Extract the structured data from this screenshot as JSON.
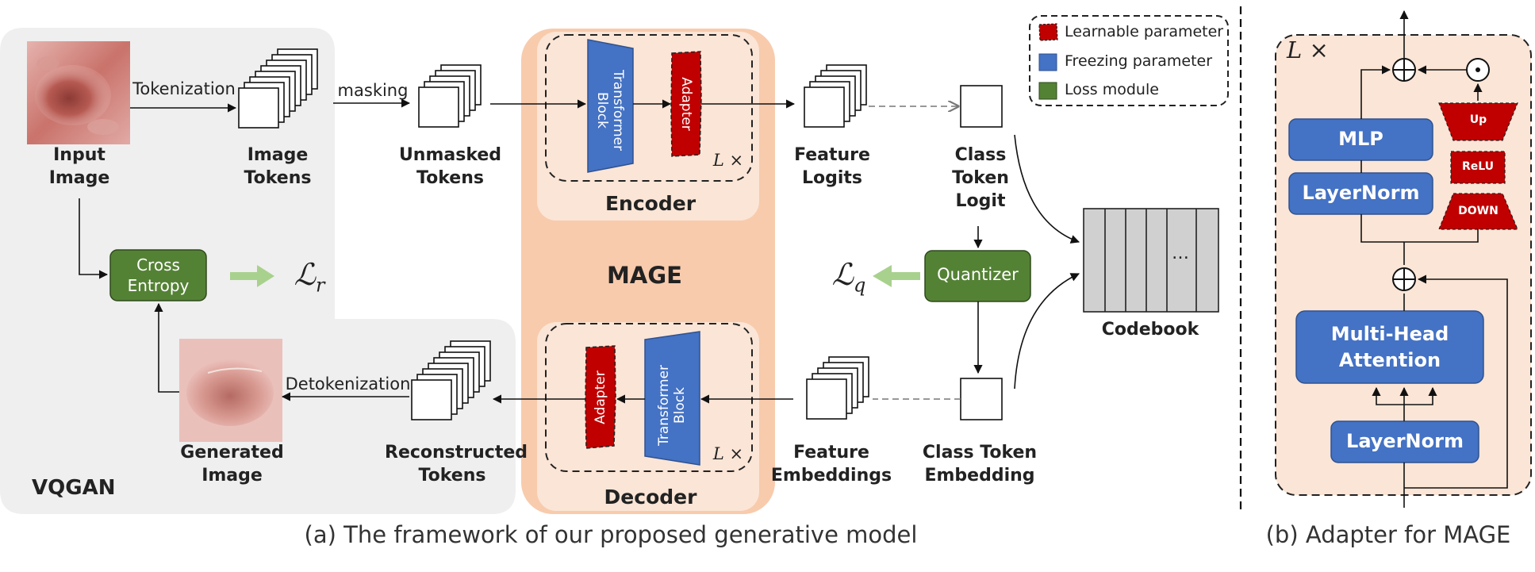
{
  "panel_a": {
    "caption": "(a) The framework of our proposed generative model",
    "vqgan_label": "VQGAN",
    "mage_label": "MAGE",
    "encoder_label": "Encoder",
    "decoder_label": "Decoder",
    "transformer_block": "Transformer Block",
    "adapter": "Adapter",
    "repeat_mark": "L ×",
    "input_image": "Input Image",
    "image_tokens": "Image Tokens",
    "unmasked_tokens": "Unmasked Tokens",
    "feature_logits": "Feature Logits",
    "class_token_logit": "Class Token Logit",
    "codebook": "Codebook",
    "codebook_ellipsis": "…",
    "quantizer": "Quantizer",
    "loss_q": "ℒ",
    "loss_q_sub": "q",
    "feature_embeddings": "Feature Embeddings",
    "class_token_embedding": "Class Token Embedding",
    "reconstructed_tokens": "Reconstructed Tokens",
    "generated_image": "Generated Image",
    "cross_entropy": "Cross Entropy",
    "loss_r": "ℒ",
    "loss_r_sub": "r",
    "tokenization": "Tokenization",
    "masking": "masking",
    "detokenization": "Detokenization"
  },
  "legend": {
    "items": [
      {
        "label": "Learnable parameter",
        "color": "#c00000"
      },
      {
        "label": "Freezing parameter",
        "color": "#4472c4"
      },
      {
        "label": "Loss module",
        "color": "#548235"
      }
    ]
  },
  "panel_b": {
    "caption": "(b) Adapter for MAGE",
    "repeat_mark": "L ×",
    "mlp": "MLP",
    "layernorm_top": "LayerNorm",
    "multi_head_attention": "Multi-Head Attention",
    "layernorm_bottom": "LayerNorm",
    "up": "Up",
    "relu": "ReLU",
    "down": "DOWN"
  },
  "colors": {
    "blue": "#4472c4",
    "red": "#c00000",
    "green": "#548235",
    "peach": "#f8cbad",
    "light_peach": "#fbe5d6",
    "gray_panel": "#efefef",
    "codebook_gray": "#d0d0d0",
    "arrow_green": "#a9d18e"
  }
}
